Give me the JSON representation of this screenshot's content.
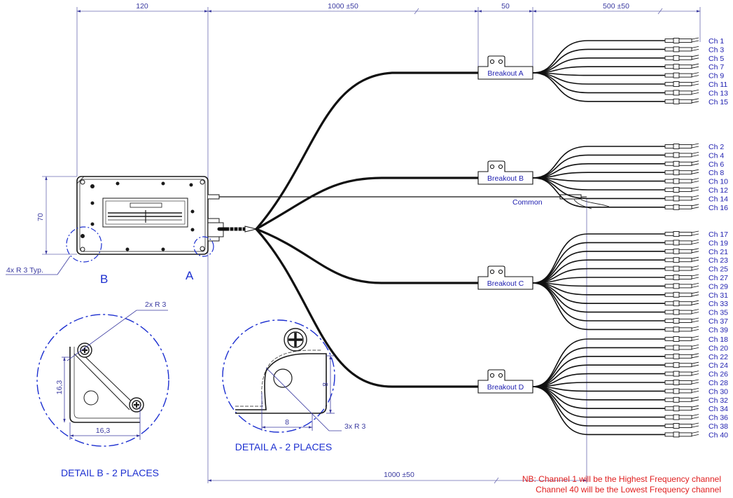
{
  "dimensions": {
    "box_width": "120",
    "cable_length": "1000 ±50",
    "breakout_length": "50",
    "tail_length": "500 ±50",
    "box_height": "70",
    "common_length": "1000 ±50",
    "corner_radius_note": "4x R 3 Typ."
  },
  "detail_markers": {
    "b": "B",
    "a": "A"
  },
  "detail_b": {
    "title": "DETAIL B - 2 PLACES",
    "radius_label": "2x R 3",
    "dim_v": "16,3",
    "dim_h": "16,3"
  },
  "detail_a": {
    "title": "DETAIL A - 2 PLACES",
    "radius_label": "3x R 3",
    "dim_v": "8",
    "dim_h": "8"
  },
  "breakouts": [
    {
      "label": "Breakout A",
      "channels": [
        "Ch 1",
        "Ch 3",
        "Ch 5",
        "Ch 7",
        "Ch 9",
        "Ch 11",
        "Ch 13",
        "Ch 15"
      ]
    },
    {
      "label": "Breakout B",
      "channels": [
        "Ch 2",
        "Ch 4",
        "Ch 6",
        "Ch 8",
        "Ch 10",
        "Ch 12",
        "Ch 14",
        "Ch 16"
      ]
    },
    {
      "label": "Breakout C",
      "channels": [
        "Ch 17",
        "Ch 19",
        "Ch 21",
        "Ch 23",
        "Ch 25",
        "Ch 27",
        "Ch 29",
        "Ch 31",
        "Ch 33",
        "Ch 35",
        "Ch 37",
        "Ch 39"
      ]
    },
    {
      "label": "Breakout D",
      "channels": [
        "Ch 18",
        "Ch 20",
        "Ch 22",
        "Ch 24",
        "Ch 26",
        "Ch 28",
        "Ch 30",
        "Ch 32",
        "Ch 34",
        "Ch 36",
        "Ch 38",
        "Ch 40"
      ]
    }
  ],
  "common_label": "Common",
  "note": {
    "line1": "NB: Channel 1 will be the Highest Frequency channel",
    "line2": "Channel 40 will be the Lowest Frequency channel"
  },
  "colors": {
    "line": "#1a1a1a",
    "dim": "#3a3aa0",
    "label_blue": "#2020b0",
    "detail_circle": "#1c2fd0",
    "note_red": "#e02020"
  }
}
